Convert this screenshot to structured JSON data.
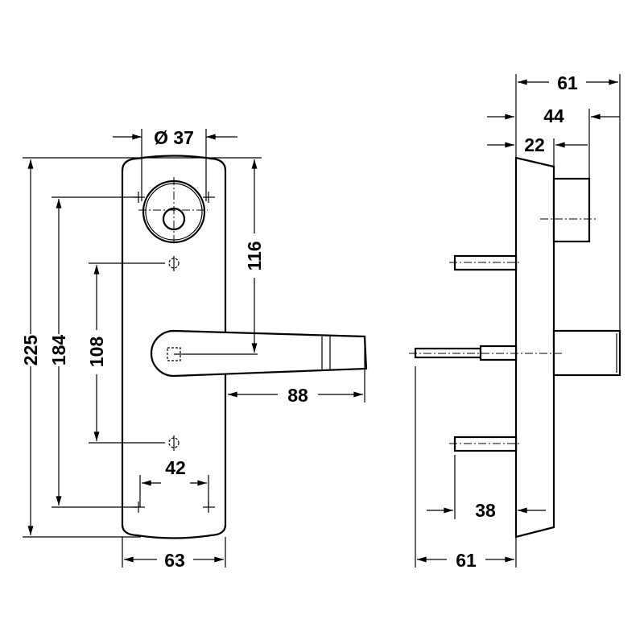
{
  "title": "Lever handle on backplate with cylinder – dimension drawing",
  "front_view": {
    "cylinder_diameter": "Ø 37",
    "overall_height": "225",
    "mounting_hole_spacing": "184",
    "screw_spacing": "108",
    "cylinder_to_lever": "116",
    "lever_projection": "88",
    "mounting_hole_width": "42",
    "plate_width": "63"
  },
  "side_view": {
    "overall_depth_top": "61",
    "cylinder_projection": "44",
    "plate_thickness": "22",
    "pin_length": "38",
    "spindle_length": "61"
  }
}
